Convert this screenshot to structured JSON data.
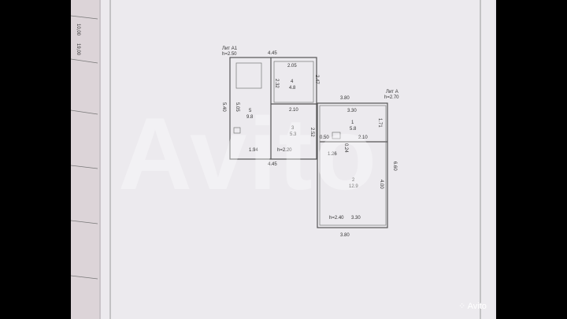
{
  "margin_numbers": [
    "10,00",
    "19,00"
  ],
  "building_a1": {
    "label": "Лит А1",
    "height": "h=2.50",
    "top_width": "4.45",
    "bottom_width": "4.45",
    "left_height": "5.40"
  },
  "building_a": {
    "label": "Лит А",
    "height": "h=2.70",
    "top_width": "3.80",
    "bottom_width": "3.80",
    "right_height": "6.60"
  },
  "rooms": [
    {
      "number": "5",
      "area": "9.8",
      "dims": [
        "5.05",
        "1.94"
      ]
    },
    {
      "number": "4",
      "area": "4.8",
      "dims": [
        "2.05",
        "2.32",
        "2.47"
      ]
    },
    {
      "number": "3",
      "area": "5.3",
      "dims": [
        "2.10",
        "2.52",
        "h=2.20"
      ]
    },
    {
      "number": "1",
      "area": "5.8",
      "dims": [
        "3.30",
        "1.71",
        "2.10"
      ]
    },
    {
      "number": "2",
      "area": "12.9",
      "dims": [
        "4.00",
        "3.30",
        "h=2.40"
      ]
    }
  ],
  "misc_dims": [
    "0.50",
    "1.26",
    "0.24"
  ],
  "watermark": "Avito",
  "brand": "Avito"
}
